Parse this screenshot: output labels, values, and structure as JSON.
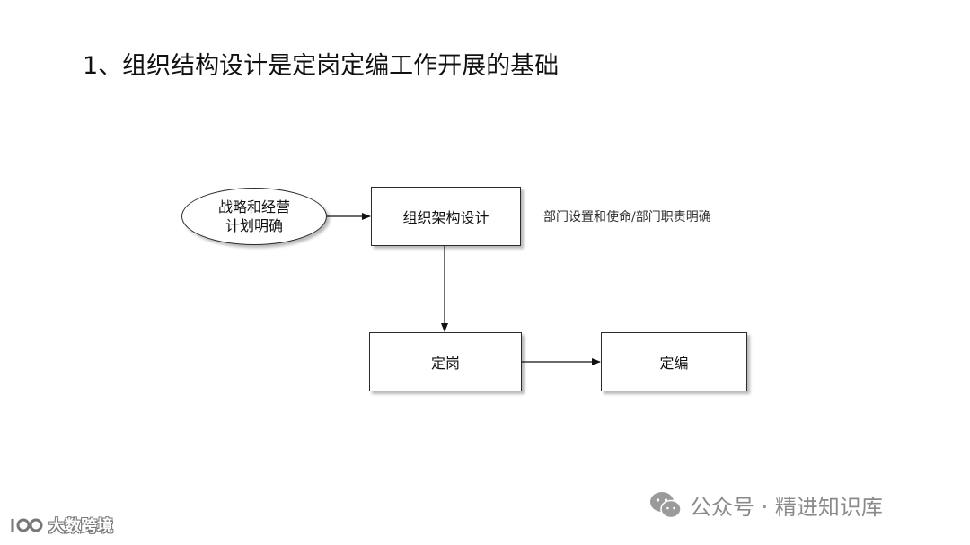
{
  "title": "1、组织结构设计是定岗定编工作开展的基础",
  "diagram": {
    "start_node": {
      "line1": "战略和经营",
      "line2": "计划明确"
    },
    "design_node": "组织架构设计",
    "design_note": "部门设置和使命/部门职责明确",
    "position_node": "定岗",
    "staffing_node": "定编"
  },
  "watermark": {
    "text": "公众号 · 精进知识库",
    "icon": "wechat-icon"
  },
  "corner_logo": {
    "text": "大数跨境",
    "icon": "logo-icon"
  }
}
